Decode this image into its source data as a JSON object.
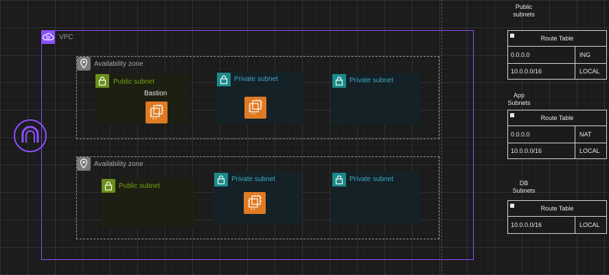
{
  "vpc": {
    "label": "VPC",
    "zones": [
      {
        "label": "Availability zone",
        "subnets": [
          {
            "label": "Public subnet",
            "instance_label": "Bastion"
          },
          {
            "label": "Private subnet"
          },
          {
            "label": "Private subnet"
          }
        ]
      },
      {
        "label": "Availability zone",
        "subnets": [
          {
            "label": "Public subnet"
          },
          {
            "label": "Private subnet"
          },
          {
            "label": "Private subnet"
          }
        ]
      }
    ]
  },
  "route_groups": [
    {
      "title_lines": [
        "Public",
        "subnets"
      ],
      "table_title": "Route Table",
      "routes": [
        {
          "destination": "0.0.0.0",
          "target": "ING"
        },
        {
          "destination": "10.0.0.0/16",
          "target": "LOCAL"
        }
      ]
    },
    {
      "title_lines": [
        "App",
        "Subnets"
      ],
      "table_title": "Route Table",
      "routes": [
        {
          "destination": "0.0.0.0",
          "target": "NAT"
        },
        {
          "destination": "10.0.0.0/16",
          "target": "LOCAL"
        }
      ]
    },
    {
      "title_lines": [
        "DB",
        "Subnets"
      ],
      "table_title": "Route Table",
      "routes": [
        {
          "destination": "10.0.0.0/16",
          "target": "LOCAL"
        }
      ]
    }
  ],
  "colors": {
    "vpc": "#8c4fff",
    "public_subnet": "#7aa116",
    "private_subnet": "#3fa9c7",
    "ec2": "#e07b24"
  },
  "icons": [
    "internet-gateway-icon",
    "vpc-icon",
    "location-pin-icon",
    "lock-icon",
    "ec2-instance-icon"
  ]
}
